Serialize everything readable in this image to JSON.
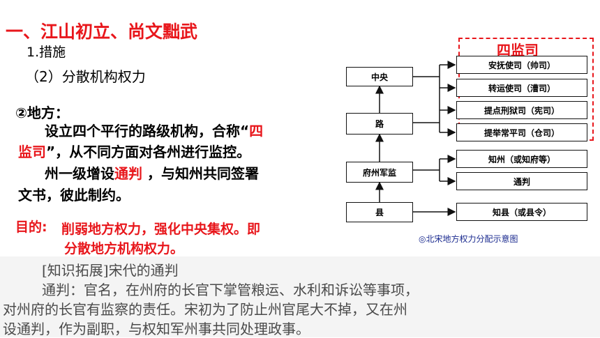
{
  "heading": "一、江山初立、尚文黜武",
  "sub1": "1.措施",
  "sub2": "（2）分散机构权力",
  "local_label": "②地方：",
  "para1": {
    "line1a": "设立四个平行的路级机构，合称“",
    "line1b": "四",
    "line2a": "监司",
    "line2b": "”，从不同方面对各州进行监控。"
  },
  "para2": {
    "line1a": "州一级增设",
    "line1b": "通判",
    "line1c": " ，与知州共同签署",
    "line2": "文书，彼此制约。"
  },
  "purpose": {
    "label": "目的:",
    "line1": "削弱地方权力，强化中央集权。即",
    "line2": "分散地方机构权力。"
  },
  "diagram": {
    "four_label": "四监司",
    "central": "中央",
    "lu": "路",
    "fuzhou": "府州军监",
    "xian": "县",
    "four": [
      "安抚使司（帅司）",
      "转运使司（漕司）",
      "提点刑狱司（宪司）",
      "提举常平司（仓司）"
    ],
    "zhou": [
      "知州（或知府等）",
      "通判"
    ],
    "xian_right": "知县（或县令）",
    "caption": "◎北宋地方权力分配示意图"
  },
  "extension": {
    "line1": "[知识拓展]宋代的通判",
    "line2": "通判：官名，在州府的长官下掌管粮运、水利和诉讼等事项，",
    "line3": "对州府的长官有监察的责任。宋初为了防止州官尾大不掉，又在州",
    "line4": "设通判，作为副职，与权知军州事共同处理政事。"
  },
  "colors": {
    "accent_red": "#e8161b",
    "caption_blue": "#1a2a8f"
  }
}
